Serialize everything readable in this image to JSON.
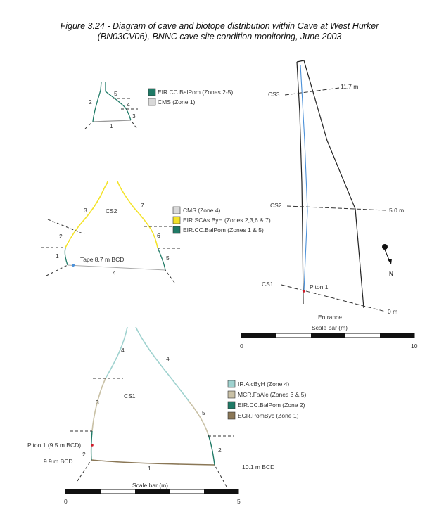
{
  "caption": {
    "line1": "Figure 3.24 - Diagram of cave and biotope distribution within Cave at West Hurker",
    "line2": "(BN03CV06), BNNC cave site condition monitoring, June 2003"
  },
  "colors": {
    "EIR_CC_BalPom": "#1f7a66",
    "CMS": "#d9d9d9",
    "EIR_SCAs_ByH": "#f4e32a",
    "IR_AlcByH": "#9fd2cf",
    "MCR_FaAlc": "#c9c1a6",
    "ECR_PomByc": "#8a7756",
    "outline": "#222222",
    "tape": "#4a90d9",
    "piton": "#d01c2a"
  },
  "cs3": {
    "legend": [
      "EIR.CC.BalPom (Zones 2-5)",
      "CMS (Zone 1)"
    ],
    "zones": [
      "5",
      "4",
      "2",
      "3",
      "1"
    ]
  },
  "cs2": {
    "title": "CS2",
    "tape_label": "Tape 8.7 m BCD",
    "legend": [
      "CMS (Zone 4)",
      "EIR.SCAs.ByH (Zones 2,3,6 & 7)",
      "EIR.CC.BalPom (Zones 1 & 5)"
    ],
    "zones": [
      "3",
      "7",
      "2",
      "6",
      "1",
      "5",
      "4"
    ]
  },
  "cs1": {
    "title": "CS1",
    "legend": [
      "IR.AlcByH (Zone 4)",
      "MCR.FaAlc (Zones 3 & 5)",
      "EIR.CC.BalPom (Zone 2)",
      "ECR.PomByc (Zone 1)"
    ],
    "zones": [
      "4",
      "4",
      "3",
      "5",
      "2",
      "2",
      "1"
    ],
    "piton_label": "Piton 1 (9.5 m BCD)",
    "left_depth": "9.9 m BCD",
    "right_depth": "10.1 m BCD",
    "scale_title": "Scale bar (m)",
    "scale_start": "0",
    "scale_end": "5"
  },
  "plan": {
    "cs3_label": "CS3",
    "cs3_dist": "11.7 m",
    "cs2_label": "CS2",
    "cs2_dist": "5.0 m",
    "cs1_label": "CS1",
    "cs1_dist": "0 m",
    "piton_label": "Piton 1",
    "entrance_label": "Entrance",
    "north_label": "N",
    "scale_title": "Scale bar (m)",
    "scale_start": "0",
    "scale_end": "10"
  }
}
